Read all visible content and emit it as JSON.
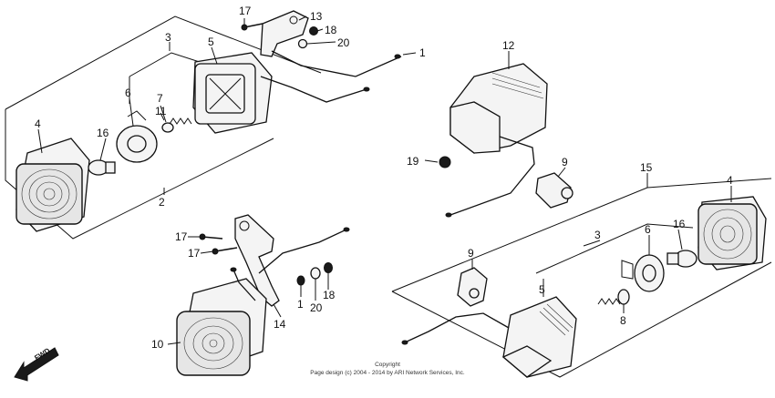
{
  "callouts": {
    "c1a": "1",
    "c1b": "1",
    "c2": "2",
    "c3a": "3",
    "c3b": "3",
    "c4a": "4",
    "c4b": "4",
    "c5a": "5",
    "c5b": "5",
    "c6a": "6",
    "c6b": "6",
    "c7": "7",
    "c8": "8",
    "c9a": "9",
    "c9b": "9",
    "c10": "10",
    "c11": "11",
    "c12": "12",
    "c13": "13",
    "c14": "14",
    "c15": "15",
    "c16a": "16",
    "c16b": "16",
    "c17a": "17",
    "c17b": "17",
    "c17c": "17",
    "c18a": "18",
    "c18b": "18",
    "c19": "19",
    "c20a": "20",
    "c20b": "20"
  },
  "forward_label": "FWD",
  "copyright": {
    "line1": "Copyright",
    "line2": "Page design (c) 2004 - 2014 by ARI Network Services, Inc."
  }
}
